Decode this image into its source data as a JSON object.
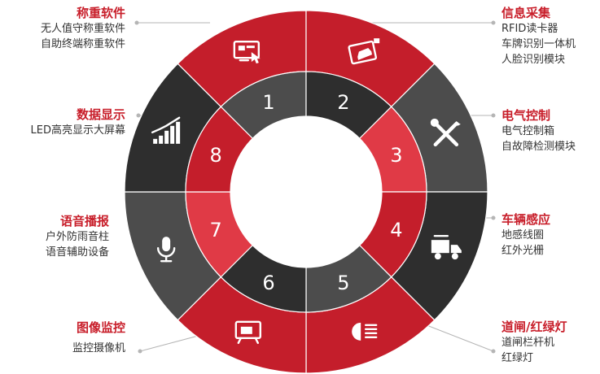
{
  "colors": {
    "red_dark": "#c41e2b",
    "red_light": "#e03a46",
    "gray_dark": "#2e2e2e",
    "gray_mid": "#4c4c4c",
    "title_red": "#c81e2a",
    "text": "#333333",
    "connector": "#b5b5b5",
    "numeral": "#ffffff",
    "icon": "#ffffff"
  },
  "segments": [
    {
      "number": "1",
      "icon": "touchscreen-monitor-icon",
      "title": "称重软件",
      "lines": [
        "无人值守称重软件",
        "自助终端称重软件"
      ]
    },
    {
      "number": "2",
      "icon": "card-reader-icon",
      "title": "信息采集",
      "lines": [
        "RFID读卡器",
        "车牌识别一体机",
        "人脸识别模块"
      ]
    },
    {
      "number": "3",
      "icon": "tools-icon",
      "title": "电气控制",
      "lines": [
        "电气控制箱",
        "自故障检测模块"
      ]
    },
    {
      "number": "4",
      "icon": "truck-icon",
      "title": "车辆感应",
      "lines": [
        "地感线圈",
        "红外光栅"
      ]
    },
    {
      "number": "5",
      "icon": "headlight-icon",
      "title": "道闸/红绿灯",
      "lines": [
        "道闸栏杆机",
        "红绿灯"
      ]
    },
    {
      "number": "6",
      "icon": "tv-monitor-icon",
      "title": "图像监控",
      "lines": [
        "监控摄像机"
      ]
    },
    {
      "number": "7",
      "icon": "microphone-icon",
      "title": "语音播报",
      "lines": [
        "户外防雨音柱",
        "语音辅助设备"
      ]
    },
    {
      "number": "8",
      "icon": "bar-chart-icon",
      "title": "数据显示",
      "lines": [
        "LED高亮显示大屏幕"
      ]
    }
  ]
}
